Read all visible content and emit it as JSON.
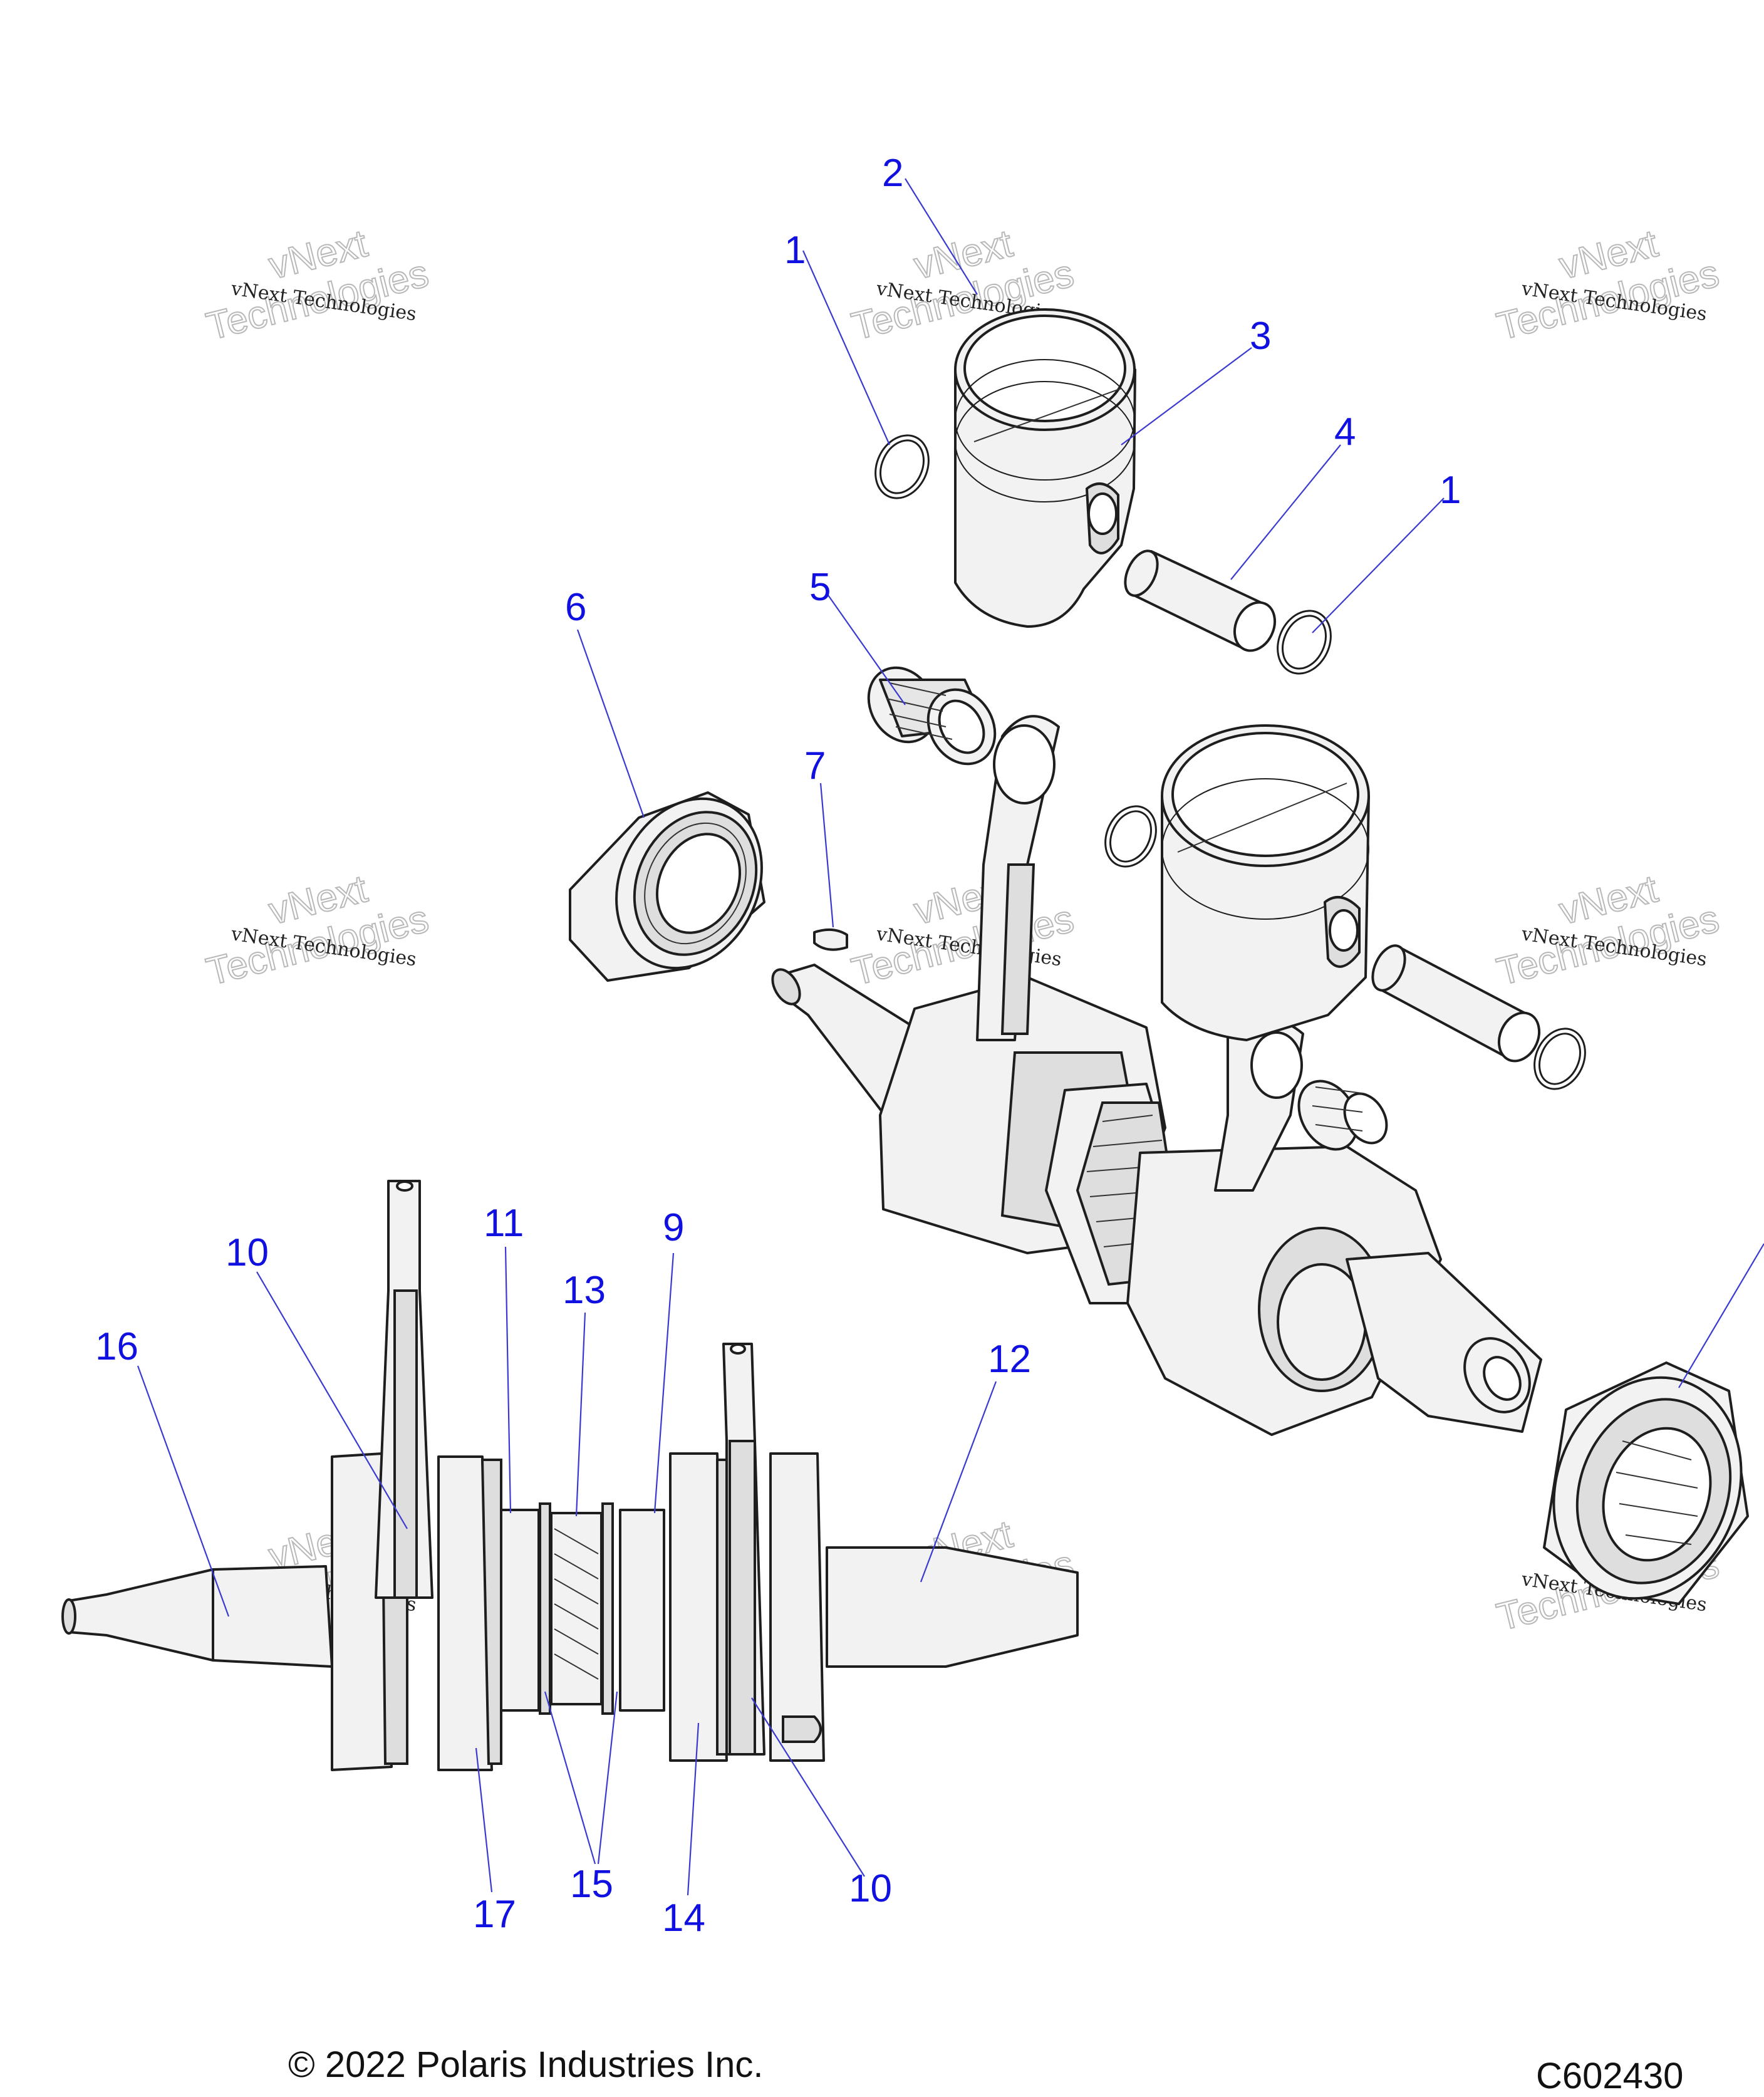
{
  "diagram": {
    "callouts": [
      "1",
      "2",
      "1",
      "3",
      "4",
      "5",
      "6",
      "7",
      "9",
      "10",
      "11",
      "13",
      "16",
      "12",
      "15",
      "17",
      "14",
      "10"
    ],
    "watermark": {
      "line1": "vNext Technologies",
      "line2": "vNext",
      "line3": "Technologies"
    }
  },
  "footer": {
    "copyright": "© 2022 Polaris Industries Inc.",
    "drawing_id": "C602430"
  }
}
